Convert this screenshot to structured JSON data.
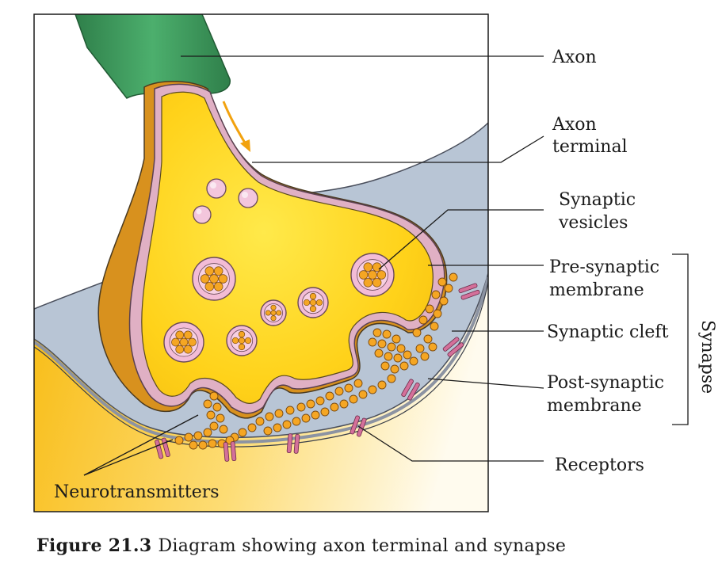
{
  "labels": {
    "axon": "Axon",
    "axon_terminal_1": "Axon",
    "axon_terminal_2": "terminal",
    "synaptic_vesicles_1": "Synaptic",
    "synaptic_vesicles_2": "vesicles",
    "pre_synaptic_1": "Pre-synaptic",
    "pre_synaptic_2": "membrane",
    "synaptic_cleft": "Synaptic cleft",
    "post_synaptic_1": "Post-synaptic",
    "post_synaptic_2": "membrane",
    "receptors": "Receptors",
    "neurotransmitters": "Neurotransmitters",
    "synapse": "Synapse"
  },
  "caption": {
    "number": "Figure 21.3",
    "text": "Diagram showing axon terminal and synapse"
  },
  "colors": {
    "axon_green": "#3e9a5e",
    "terminal_yellow": "#ffd21a",
    "terminal_dark": "#d9931f",
    "membrane_pink": "#e2b2c6",
    "cleft_blue": "#b7c4d4",
    "vesicle_pink": "#f0b8d2",
    "neurotransmitter_orange": "#f5a623",
    "receptor_pink": "#d4709a"
  }
}
